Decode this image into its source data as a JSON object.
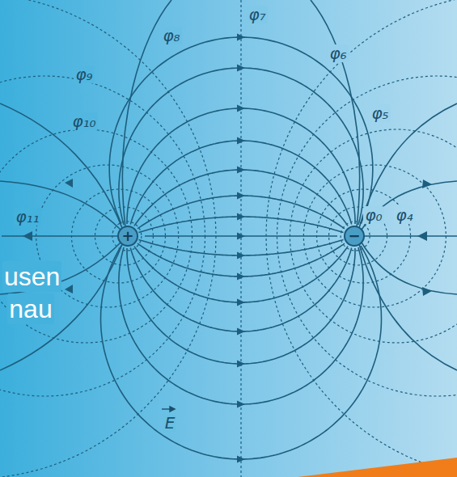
{
  "diagram": {
    "nodes": [
      {
        "text": [
          "+"
        ]
      },
      {
        "text": [
          "−"
        ]
      }
    ],
    "edges": [
      {
        "from": 0,
        "to": 1,
        "arrow": "to"
      },
      {
        "from": 0,
        "to": 1,
        "arrow": "to"
      },
      {
        "from": 0,
        "to": 1,
        "arrow": "to"
      },
      {
        "from": 0,
        "to": 1,
        "arrow": "to"
      },
      {
        "from": 0,
        "to": 1,
        "arrow": "to"
      },
      {
        "from": 0,
        "to": 1,
        "arrow": "to"
      },
      {
        "from": 0,
        "to": 1,
        "arrow": "to"
      },
      {
        "from": 0,
        "to": 1,
        "arrow": "to"
      },
      {
        "from": 0,
        "to": 1,
        "arrow": "to"
      },
      {
        "from": 0,
        "to": 1,
        "arrow": "to"
      },
      {
        "from": 0,
        "to": 1,
        "arrow": "to"
      },
      {
        "from": 0,
        "to": 1,
        "arrow": "to"
      },
      {
        "from": 0,
        "to": 1,
        "arrow": "to"
      },
      {
        "from": 0,
        "to": 1,
        "arrow": "to"
      },
      {
        "from": 0,
        "to": 1,
        "arrow": "to"
      }
    ],
    "labels": [
      "φ₇",
      "φ₈",
      "φ₆",
      "φ₉",
      "φ₅",
      "φ₁₀",
      "φ₁₁",
      "φ₀",
      "φ₄",
      "E",
      "usen",
      "nau"
    ]
  }
}
